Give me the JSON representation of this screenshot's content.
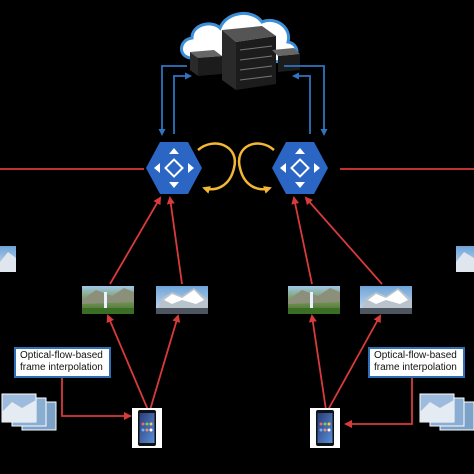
{
  "labels": {
    "left_box": [
      "Optical-flow-based",
      "frame interpolation"
    ],
    "right_box": [
      "Optical-flow-based",
      "frame interpolation"
    ]
  },
  "nodes": {
    "cloud": {
      "icon": "cloud-server-icon"
    },
    "edge_nodes": [
      {
        "icon": "network-router-hexagon-icon"
      },
      {
        "icon": "network-router-hexagon-icon"
      }
    ],
    "devices": [
      {
        "icon": "smartphone-icon"
      },
      {
        "icon": "smartphone-icon"
      }
    ],
    "thumbnails": [
      {
        "icon": "waterfall-photo-icon"
      },
      {
        "icon": "snowy-mountain-photo-icon"
      },
      {
        "icon": "waterfall-photo-icon"
      },
      {
        "icon": "snowy-mountain-photo-icon"
      }
    ],
    "frame_stacks": [
      {
        "icon": "video-frame-stack-icon"
      },
      {
        "icon": "video-frame-stack-icon"
      }
    ]
  },
  "colors": {
    "background": "#000000",
    "hexagon": "#2b66c4",
    "uplink_arrow": "#d93a3a",
    "cloud_link": "#2f74c0",
    "self_loop": "#f2b733",
    "box_border": "#2f6fb5"
  }
}
